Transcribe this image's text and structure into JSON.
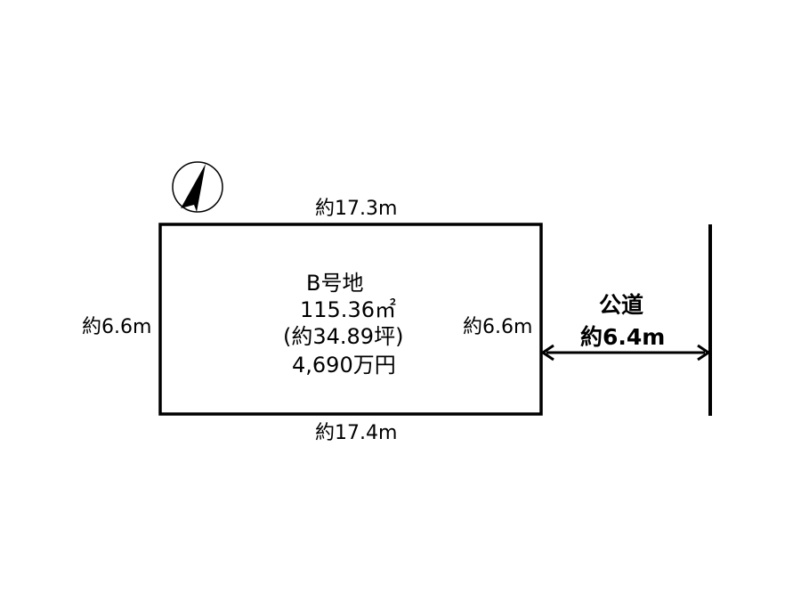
{
  "lot": {
    "name": "B号地",
    "area": "115.36㎡",
    "tsubo": "(約34.89坪)",
    "price": "4,690万円"
  },
  "dimensions": {
    "top": "約17.3m",
    "bottom": "約17.4m",
    "left": "約6.6m",
    "right": "約6.6m"
  },
  "road": {
    "name": "公道",
    "width": "約6.4m"
  },
  "icons": {
    "compass": "north-arrow-icon",
    "width_arrow": "double-arrow-icon"
  },
  "colors": {
    "line": "#000000",
    "background": "#ffffff"
  }
}
